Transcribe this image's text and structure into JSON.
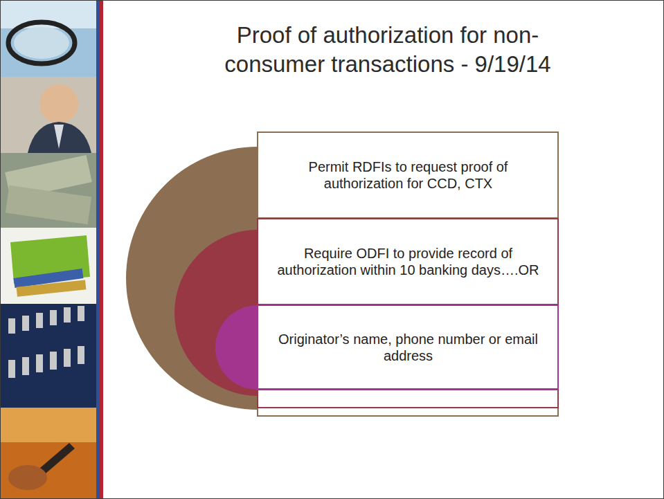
{
  "diagram": {
    "title": "Proof of authorization for non- consumer transactions - 9/19/14",
    "nodes": [
      {
        "text": [
          "Permit RDFIs to request proof of authorization for CCD, CTX"
        ]
      },
      {
        "text": [
          "Require ODFI to provide record of authorization within 10 banking days….OR"
        ],
        "in": 0
      },
      {
        "text": [
          "Originator’s name, phone number or email address"
        ],
        "in": 1
      }
    ]
  }
}
